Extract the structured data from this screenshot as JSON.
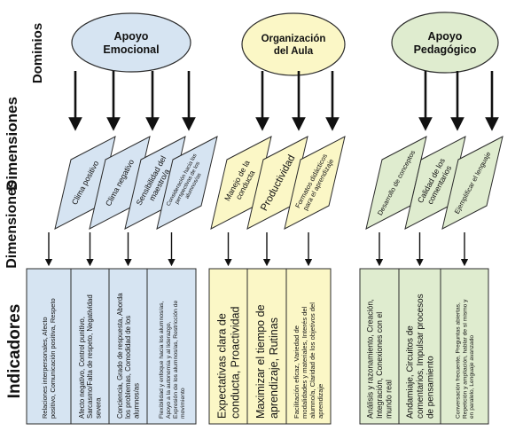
{
  "side_labels": {
    "domains": "Dominios",
    "dimensions": "Dimensiones",
    "dimensions2": "Dimensiones",
    "indicators": "Indicadores"
  },
  "colors": {
    "blue_fill": "#d6e4f2",
    "yellow_fill": "#fbf7c6",
    "green_fill": "#dfeccf",
    "stroke": "#2b2b2b"
  },
  "domains": [
    {
      "name_lines": [
        "Apoyo",
        "Emocional"
      ],
      "color": "blue",
      "dimensions": [
        [
          "Clima positivo"
        ],
        [
          "Clima negativo"
        ],
        [
          "Sensibilidad del",
          "maestro/a"
        ],
        [
          "Consideración hacia las",
          "perspectivas de los",
          "alumnos/as"
        ]
      ],
      "indicators": [
        [
          "Relaciones interpersonales, Afecto",
          "positivo, Comunicación positiva, Respeto"
        ],
        [
          "Afecto negativo, Control punitivo,",
          "Sarcasmo/Falta de respeto, Negatividad",
          "severa"
        ],
        [
          "Conciencia, Grado de respuesta, Aborda",
          "los problemas, Comodidad de los",
          "alumnos/as"
        ],
        [
          "Flexibilidad y enfoque hacia los alumnos/as,",
          "Apoyo a la autonomía y al liderazgo,",
          "Expresión de los alumnos/as, Restricción de",
          "movimiento"
        ]
      ]
    },
    {
      "name_lines": [
        "Organización",
        "del Aula"
      ],
      "color": "yellow",
      "dimensions": [
        [
          "Manejo de la",
          "conducta"
        ],
        [
          "Productividad"
        ],
        [
          "Formatos didácticos",
          "para el aprendizaje"
        ]
      ],
      "indicators": [
        [
          "Expectativas clara de",
          "conducta, Proactividad"
        ],
        [
          "Maximizar el tiempo de",
          "aprendizaje, Rutinas"
        ],
        [
          "Facilitación eficaz, Variedad de",
          "modalidades y materiales, Interés del",
          "alumno/a, Claridad de los objetivos del",
          "aprendizaje"
        ]
      ]
    },
    {
      "name_lines": [
        "Apoyo",
        "Pedagógico"
      ],
      "color": "green",
      "dimensions": [
        [
          "Desarrollo de conceptos"
        ],
        [
          "Calidad de los",
          "comentarios"
        ],
        [
          "Ejemplificar el lenguaje"
        ]
      ],
      "indicators": [
        [
          "Análisis y razonamiento, Creación,",
          "Integración, Conexiones con el",
          "mundo real"
        ],
        [
          "Andamiaje, Circuitos de",
          "comentarios, Impulsar procesos",
          "de pensamiento"
        ],
        [
          "Conversación frecuente, Preguntas abiertas,",
          "Repetición y ampliación, hablar de sí mismo y",
          "en paralelo, Lenguaje avanzado"
        ]
      ]
    }
  ]
}
